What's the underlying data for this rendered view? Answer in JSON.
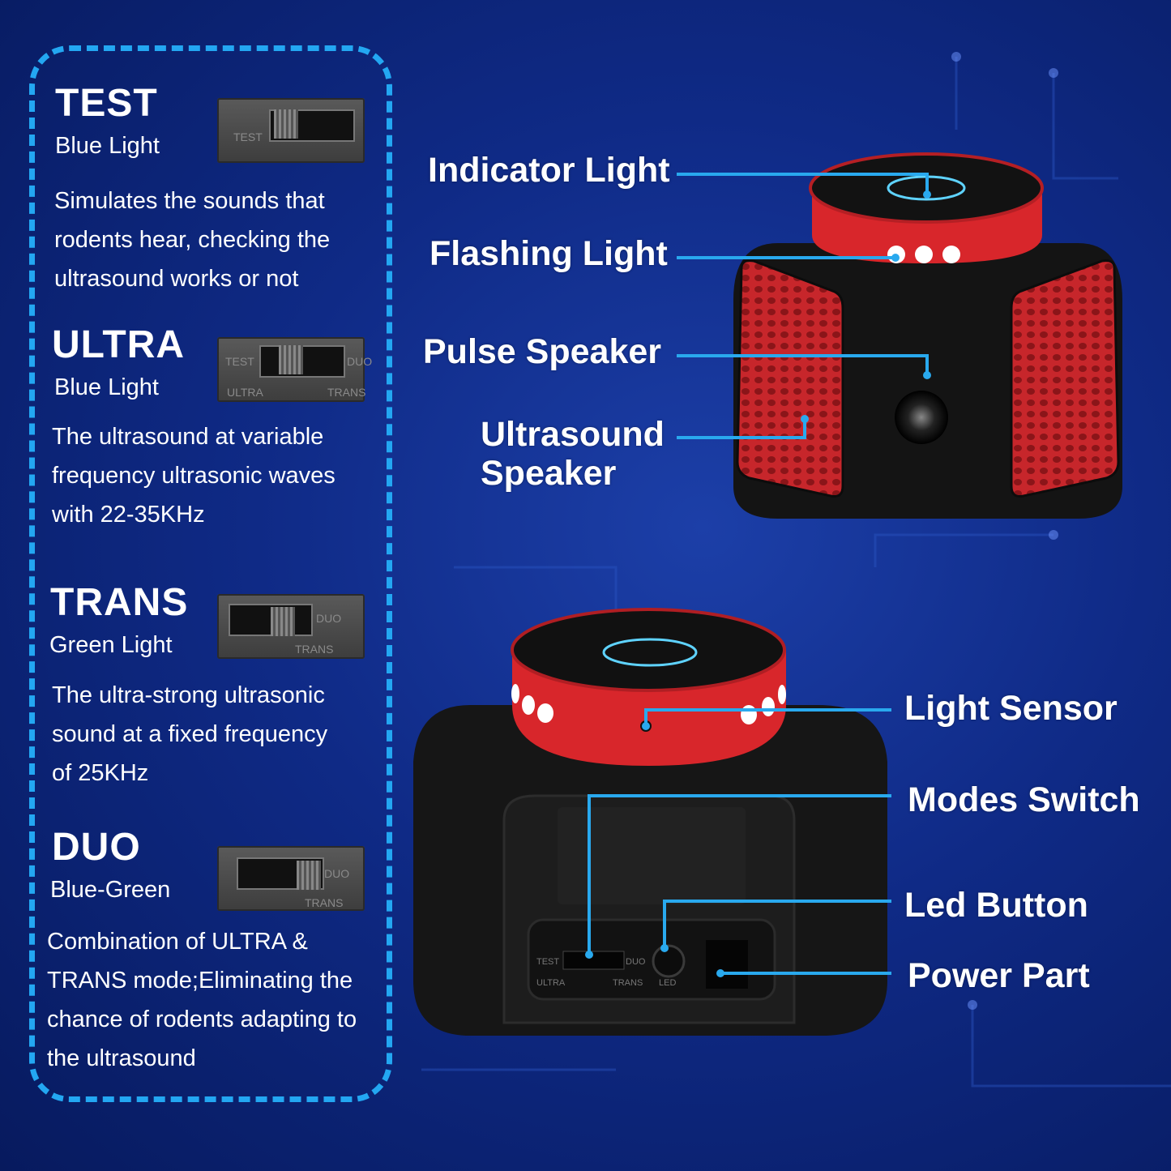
{
  "modes": [
    {
      "title": "TEST",
      "light": "Blue Light",
      "description_lines": [
        "Simulates the sounds that",
        "rodents hear, checking the",
        "ultrasound works or not"
      ]
    },
    {
      "title": "ULTRA",
      "light": "Blue Light",
      "description_lines": [
        "The ultrasound at variable",
        "frequency ultrasonic waves",
        "with 22-35KHz"
      ]
    },
    {
      "title": "TRANS",
      "light": "Green Light",
      "description_lines": [
        "The ultra-strong ultrasonic",
        "sound at a fixed frequency",
        "of 25KHz"
      ]
    },
    {
      "title": "DUO",
      "light": "Blue-Green",
      "description_lines": [
        "Combination of ULTRA &",
        "TRANS mode;Eliminating the",
        "chance of rodents adapting to",
        "the ultrasound"
      ]
    }
  ],
  "switch_labels": {
    "test": "TEST",
    "duo": "DUO",
    "ultra": "ULTRA",
    "trans": "TRANS",
    "led": "LED"
  },
  "top_callouts": [
    "Indicator Light",
    "Flashing Light",
    "Pulse Speaker",
    "Ultrasound",
    "Speaker"
  ],
  "bottom_callouts": [
    "Light Sensor",
    "Modes Switch",
    "Led Button",
    "Power Part"
  ],
  "colors": {
    "accent_line": "#29a9ee",
    "panel_border": "#23a7f2",
    "device_red": "#d8262b",
    "device_black": "#161616"
  }
}
